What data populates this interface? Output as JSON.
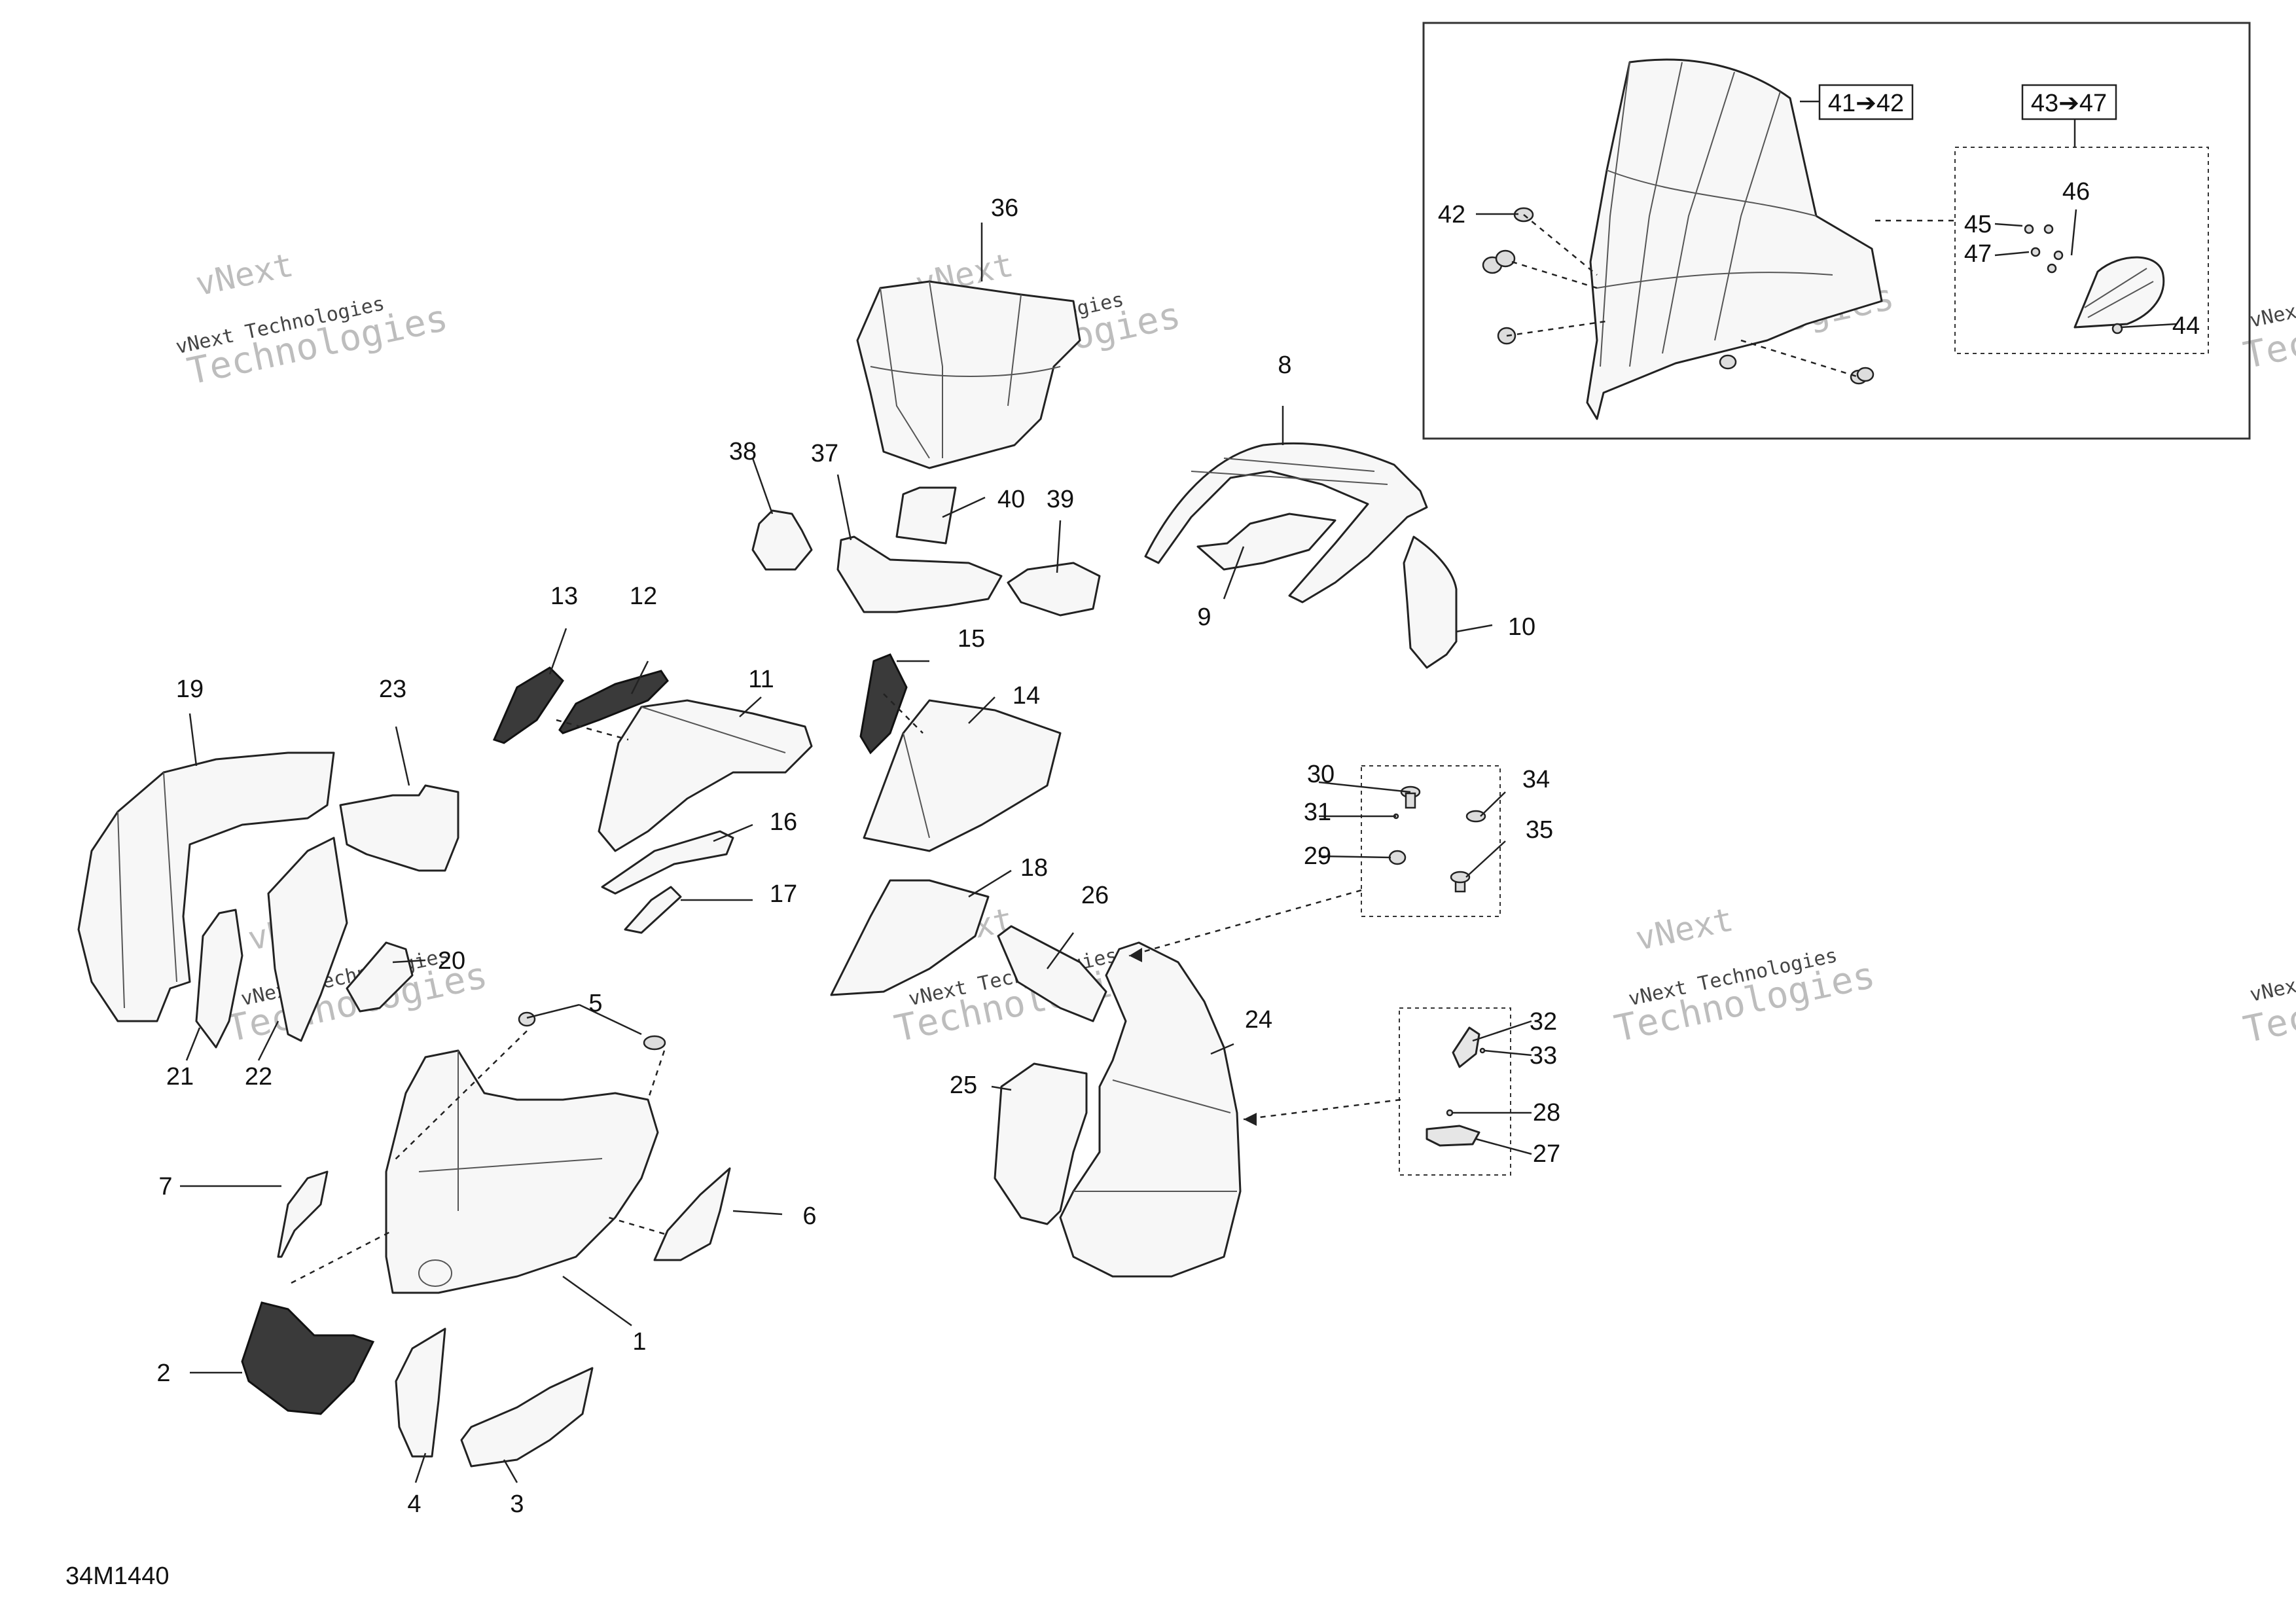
{
  "figure": {
    "code": "34M1440",
    "watermark_line1": "vNext Technologies",
    "watermark_line2": "vNext",
    "watermark_line3": "Technologies"
  },
  "callouts": {
    "c1": "1",
    "c2": "2",
    "c3": "3",
    "c4": "4",
    "c5": "5",
    "c6": "6",
    "c7": "7",
    "c8": "8",
    "c9": "9",
    "c10": "10",
    "c11": "11",
    "c12": "12",
    "c13": "13",
    "c14": "14",
    "c15": "15",
    "c16": "16",
    "c17": "17",
    "c18": "18",
    "c19": "19",
    "c20": "20",
    "c21": "21",
    "c22": "22",
    "c23": "23",
    "c24": "24",
    "c25": "25",
    "c26": "26",
    "c27": "27",
    "c28": "28",
    "c29": "29",
    "c30": "30",
    "c31": "31",
    "c32": "32",
    "c33": "33",
    "c34": "34",
    "c35": "35",
    "c36": "36",
    "c37": "37",
    "c38": "38",
    "c39": "39",
    "c40": "40",
    "c42": "42",
    "c44": "44",
    "c45": "45",
    "c46": "46",
    "c47": "47"
  },
  "ranges": {
    "r41_42": "41➔42",
    "r43_47": "43➔47"
  }
}
